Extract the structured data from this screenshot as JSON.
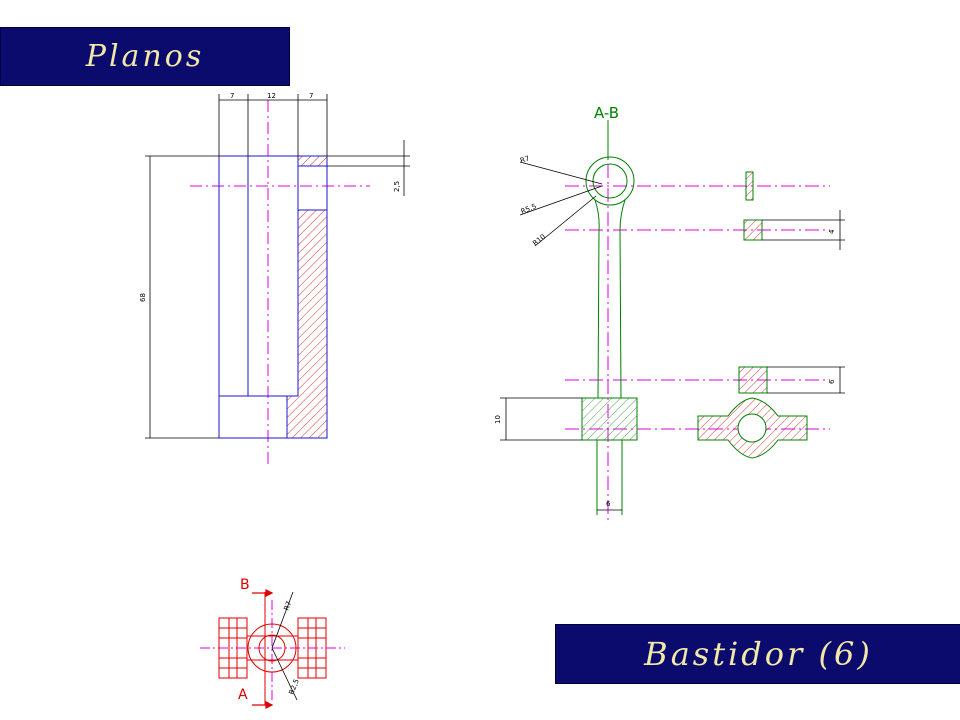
{
  "titles": {
    "top": "Planos",
    "bottom": "Bastidor (6)"
  },
  "colors": {
    "title_bg": "#0b0b6e",
    "title_text": "#f2e8a8",
    "outline_blue": "#1a1acc",
    "outline_green": "#008000",
    "outline_red": "#e00000",
    "centerline": "#e000e0",
    "hatch": "#d00000"
  },
  "left_view": {
    "dims": {
      "d7a": "7",
      "d12": "12",
      "d7b": "7",
      "d2_5": "2,5",
      "d68": "68"
    }
  },
  "right_view": {
    "section_label": "A-B",
    "dims": {
      "r7": "R7",
      "r5_5": "R5,5",
      "r10": "R10",
      "d4": "4",
      "d6a": "6",
      "d10": "10",
      "d6b": "6"
    }
  },
  "bottom_view": {
    "label_b": "B",
    "label_a": "A",
    "dims": {
      "r7": "R7",
      "r2_5": "R2,5"
    }
  }
}
